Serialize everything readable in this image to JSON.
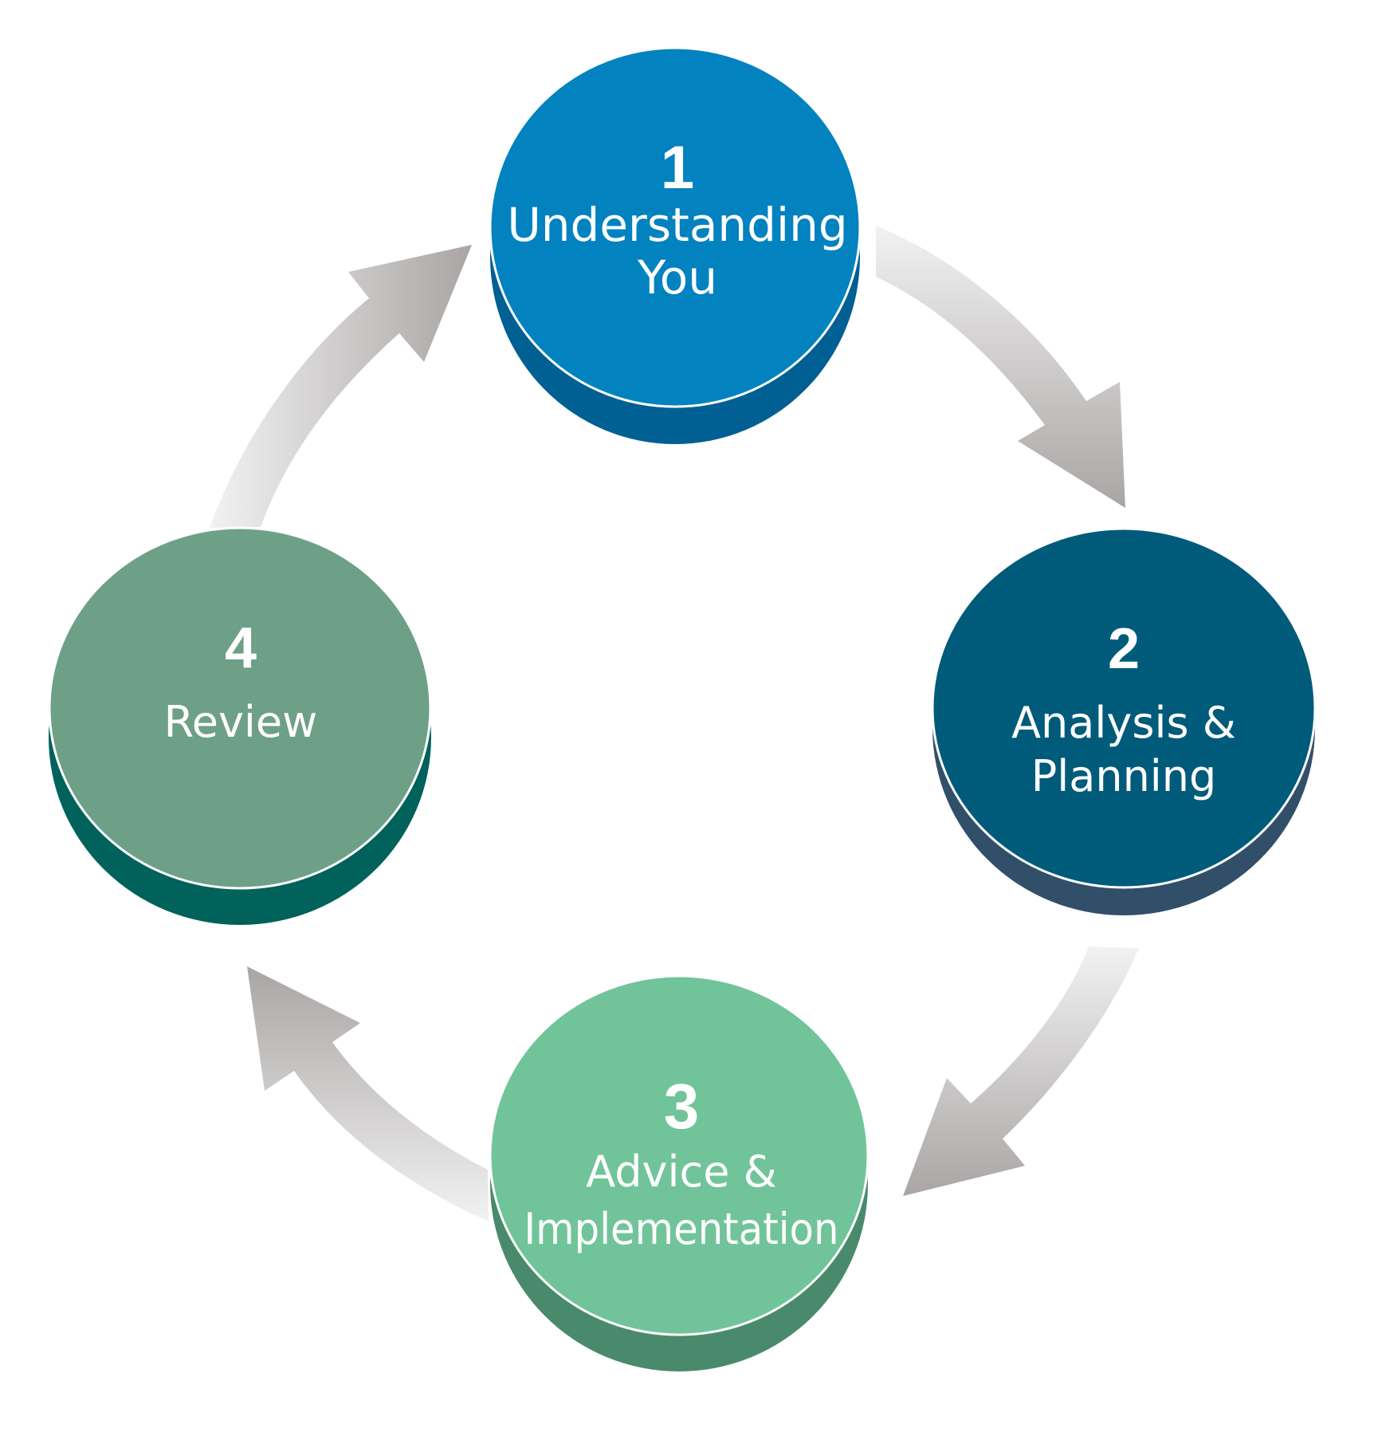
{
  "diagram": {
    "type": "cycle",
    "title": "",
    "steps": [
      {
        "number": "1",
        "lines": [
          "Understanding",
          "You"
        ],
        "face_color": "#0382c0",
        "base_color": "#005f93"
      },
      {
        "number": "2",
        "lines": [
          "Analysis &",
          "Planning"
        ],
        "face_color": "#005b7b",
        "base_color": "#324f69"
      },
      {
        "number": "3",
        "lines": [
          "Advice &",
          "Implementation"
        ],
        "face_color": "#71c499",
        "base_color": "#4a8a6c"
      },
      {
        "number": "4",
        "lines": [
          "Review"
        ],
        "face_color": "#6ea088",
        "base_color": "#00625b"
      }
    ],
    "connections": [
      {
        "from": "1",
        "to": "2"
      },
      {
        "from": "2",
        "to": "3"
      },
      {
        "from": "3",
        "to": "4"
      },
      {
        "from": "4",
        "to": "1"
      }
    ],
    "arrow_colors": {
      "light": "#f2f2f2",
      "dark": "#a9a5a4"
    }
  }
}
